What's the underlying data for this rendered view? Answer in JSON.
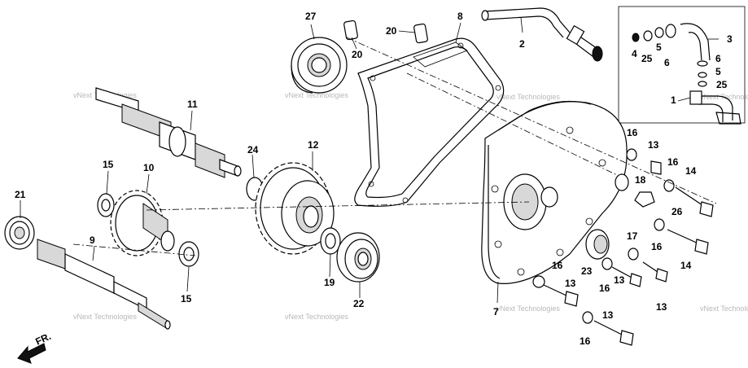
{
  "callouts": {
    "n1": "1",
    "n2": "2",
    "n3": "3",
    "n4": "4",
    "n5a": "5",
    "n5b": "5",
    "n6a": "6",
    "n6b": "6",
    "n7": "7",
    "n8": "8",
    "n9": "9",
    "n10": "10",
    "n11": "11",
    "n12": "12",
    "n13a": "13",
    "n13b": "13",
    "n13c": "13",
    "n13d": "13",
    "n13e": "13",
    "n14a": "14",
    "n14b": "14",
    "n15a": "15",
    "n15b": "15",
    "n16a": "16",
    "n16b": "16",
    "n16c": "16",
    "n16d": "16",
    "n16e": "16",
    "n16f": "16",
    "n17": "17",
    "n18": "18",
    "n19": "19",
    "n20a": "20",
    "n20b": "20",
    "n21": "21",
    "n22": "22",
    "n23": "23",
    "n24": "24",
    "n25a": "25",
    "n25b": "25",
    "n26": "26",
    "n27": "27"
  },
  "front_marker": "FR.",
  "watermark": "vNext Technologies"
}
